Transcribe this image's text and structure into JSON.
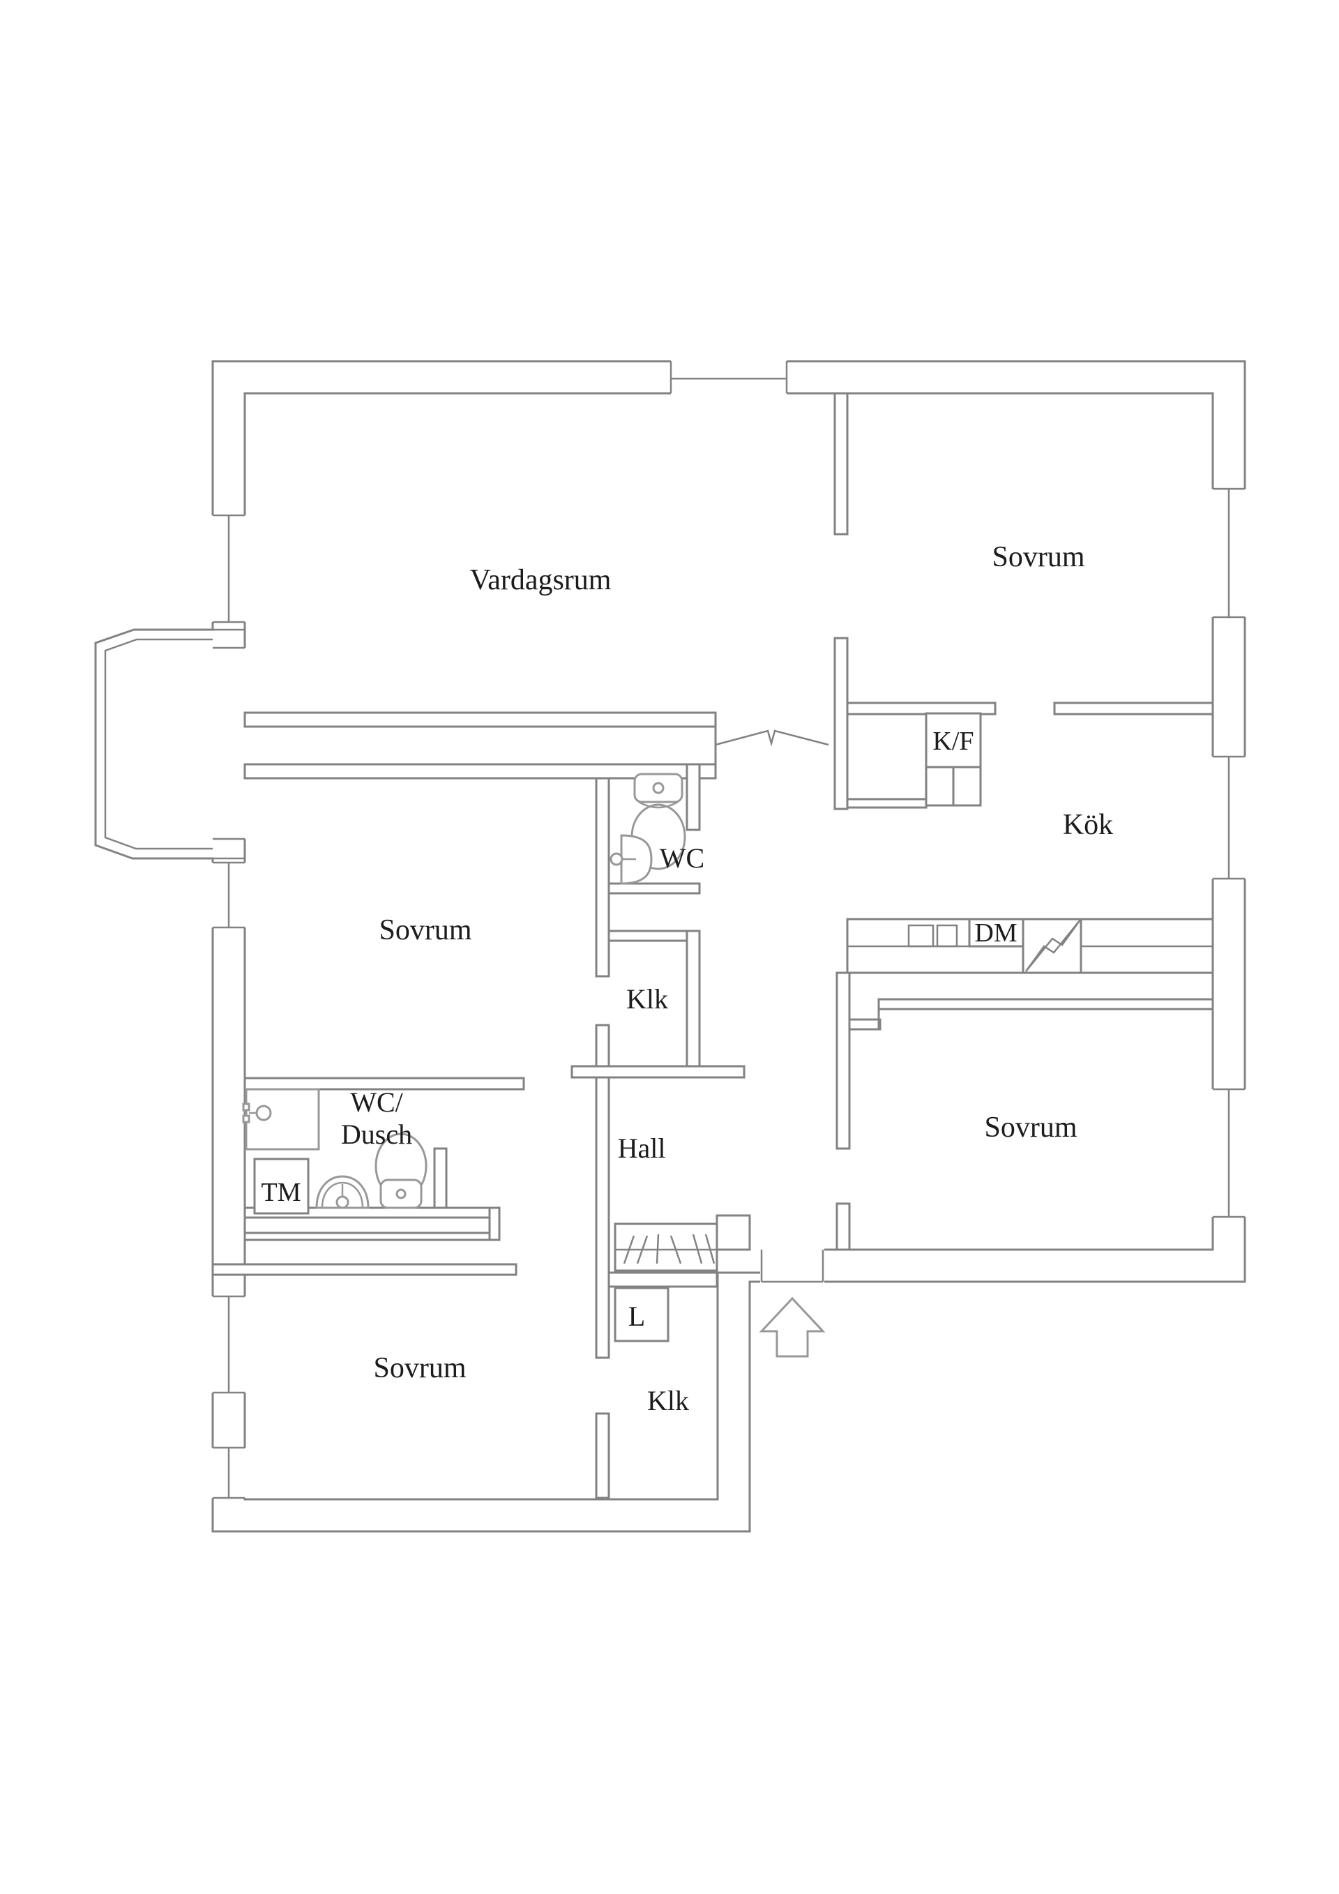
{
  "title": "Apartment floor plan",
  "colors": {
    "wall": "#828282",
    "fixture": "#989898",
    "text": "#1c1c1c"
  },
  "rooms": {
    "living_room": {
      "label": "Vardagsrum"
    },
    "bedroom_top_right": {
      "label": "Sovrum"
    },
    "kitchen": {
      "label": "Kök"
    },
    "bedroom_mid_left": {
      "label": "Sovrum"
    },
    "bedroom_right": {
      "label": "Sovrum"
    },
    "bedroom_bottom_left": {
      "label": "Sovrum"
    },
    "hall": {
      "label": "Hall"
    },
    "wc": {
      "label": "WC"
    },
    "wc_shower": {
      "label_line1": "WC/",
      "label_line2": "Dusch"
    },
    "closet_upper": {
      "label": "Klk"
    },
    "closet_lower": {
      "label": "Klk"
    }
  },
  "appliances": {
    "fridge_freezer": {
      "label": "K/F"
    },
    "dishwasher": {
      "label": "DM"
    },
    "washing_machine": {
      "label": "TM"
    },
    "linen_closet": {
      "label": "L"
    }
  },
  "symbols": {
    "entrance_arrow": "arrow-up-entrance",
    "electrical": "lightning-bolt",
    "coat_rack": "hatched-rail",
    "toilet": "toilet-top-view",
    "sink": "half-round-basin",
    "shower": "shower-square"
  }
}
